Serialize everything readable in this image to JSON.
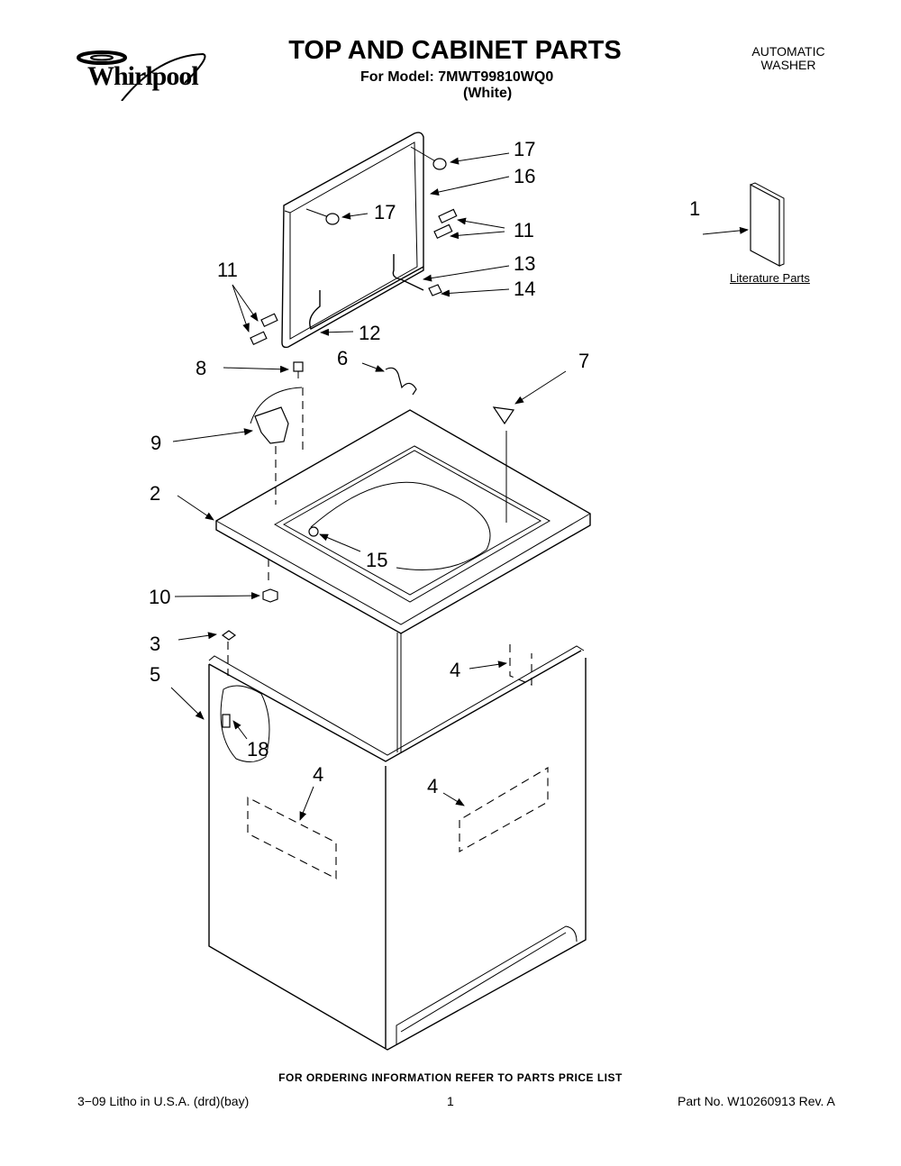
{
  "header": {
    "brand": "Whirlpool",
    "title": "TOP AND CABINET PARTS",
    "model_line": "For Model: 7MWT99810WQ0",
    "color_line": "(White)",
    "product_line1": "AUTOMATIC",
    "product_line2": "WASHER"
  },
  "literature": {
    "label": "Literature Parts"
  },
  "callouts": [
    {
      "id": "c17a",
      "label": "17"
    },
    {
      "id": "c16",
      "label": "16"
    },
    {
      "id": "c17b",
      "label": "17"
    },
    {
      "id": "c11a",
      "label": "11"
    },
    {
      "id": "c11b",
      "label": "11"
    },
    {
      "id": "c13",
      "label": "13"
    },
    {
      "id": "c14",
      "label": "14"
    },
    {
      "id": "c12",
      "label": "12"
    },
    {
      "id": "c1",
      "label": "1"
    },
    {
      "id": "c8",
      "label": "8"
    },
    {
      "id": "c6",
      "label": "6"
    },
    {
      "id": "c7",
      "label": "7"
    },
    {
      "id": "c9",
      "label": "9"
    },
    {
      "id": "c2",
      "label": "2"
    },
    {
      "id": "c15",
      "label": "15"
    },
    {
      "id": "c10",
      "label": "10"
    },
    {
      "id": "c3",
      "label": "3"
    },
    {
      "id": "c5",
      "label": "5"
    },
    {
      "id": "c4a",
      "label": "4"
    },
    {
      "id": "c18",
      "label": "18"
    },
    {
      "id": "c4b",
      "label": "4"
    },
    {
      "id": "c4c",
      "label": "4"
    }
  ],
  "footer": {
    "order_note": "FOR ORDERING INFORMATION REFER TO PARTS PRICE LIST",
    "litho": "3−09 Litho in U.S.A. (drd)(bay)",
    "page": "1",
    "part_no": "Part No. W10260913 Rev. A"
  }
}
